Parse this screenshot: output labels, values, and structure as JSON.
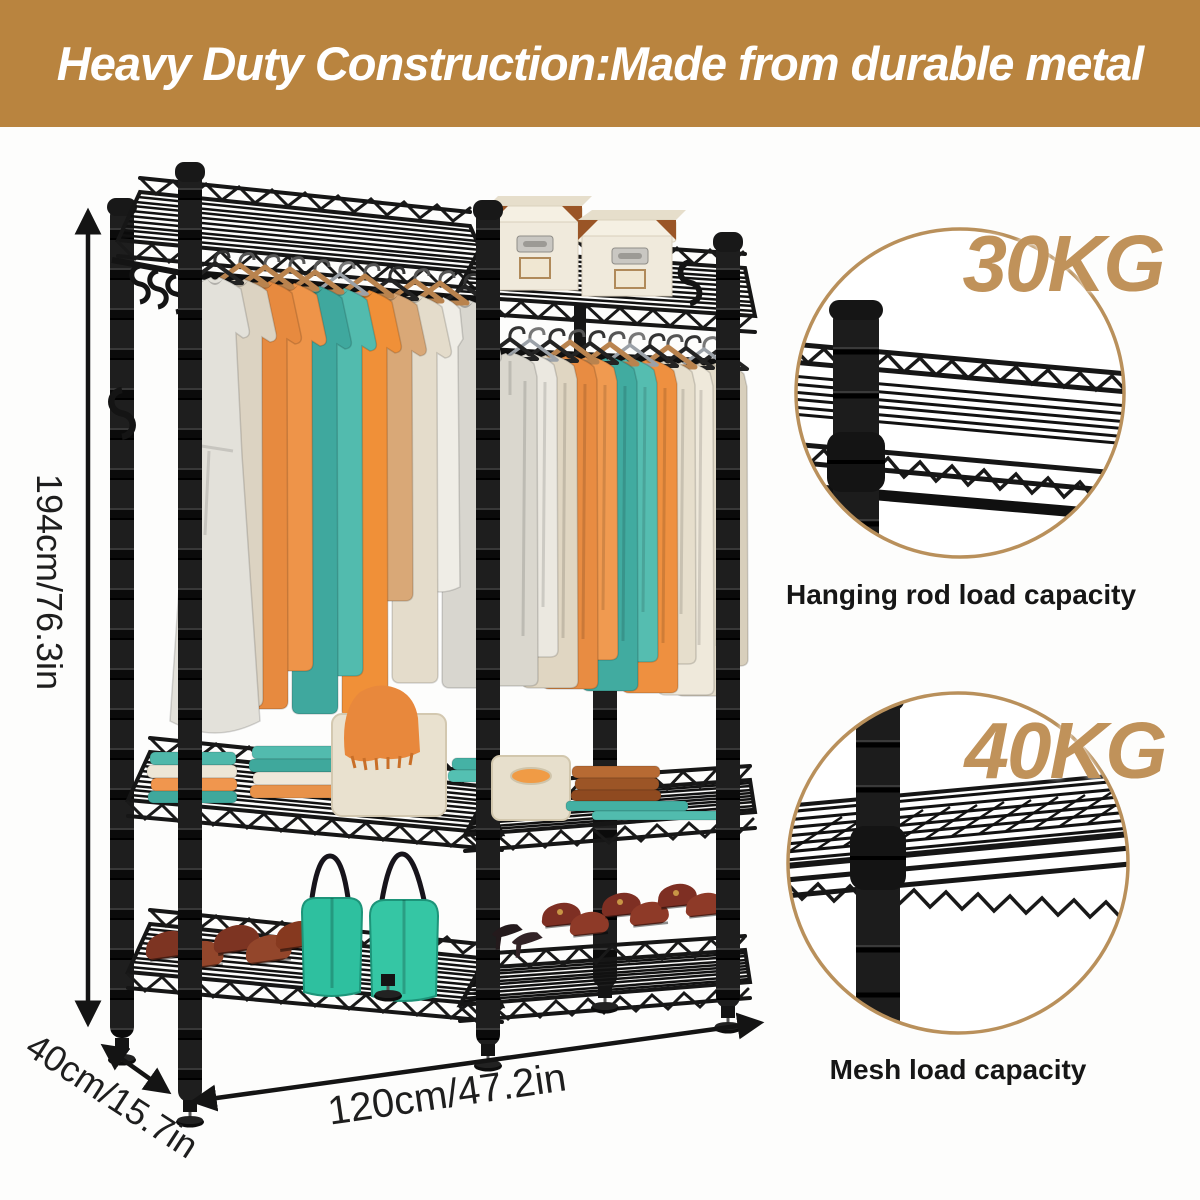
{
  "banner": {
    "text": "Heavy Duty Construction:Made from durable metal"
  },
  "dimensions": {
    "height_label": "194cm/76.3in",
    "depth_label": "40cm/15.7in",
    "width_label": "120cm/47.2in"
  },
  "callouts": {
    "hanging_rod": {
      "value": "30KG",
      "caption": "Hanging rod load capacity"
    },
    "mesh": {
      "value": "40KG",
      "caption": "Mesh load capacity"
    }
  },
  "colors": {
    "banner_bg": "#B9843F",
    "accent_gold": "#C0925A",
    "circle_ring": "#B9905B",
    "metal_black": "#1B1B1B"
  }
}
